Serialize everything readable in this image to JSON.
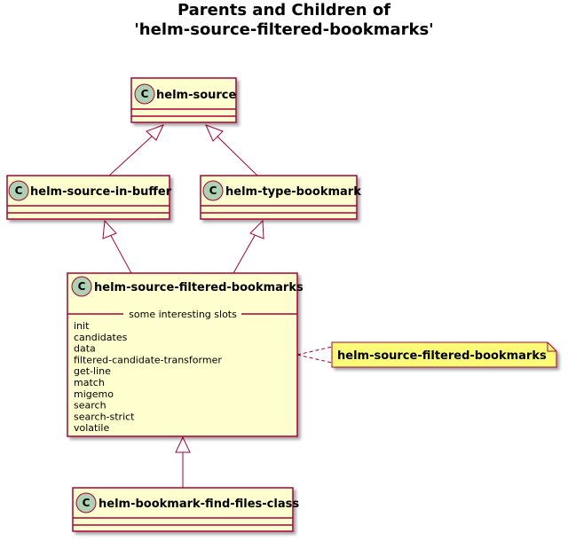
{
  "title": {
    "line1": "Parents and Children of",
    "line2": "'helm-source-filtered-bookmarks'"
  },
  "colors": {
    "class_fill": "#FEFECE",
    "class_border": "#A80036",
    "note_fill": "#FBFB77",
    "icon_fill": "#ADD1B2",
    "shadow": "#C8C8C8"
  },
  "class_icon_letter": "C",
  "classes": {
    "helm_source": {
      "name": "helm-source"
    },
    "helm_source_in_buffer": {
      "name": "helm-source-in-buffer"
    },
    "helm_type_bookmark": {
      "name": "helm-type-bookmark"
    },
    "helm_source_filtered_bookmarks": {
      "name": "helm-source-filtered-bookmarks",
      "section_label": "some interesting slots",
      "slots": [
        "init",
        "candidates",
        "data",
        "filtered-candidate-transformer",
        "get-line",
        "match",
        "migemo",
        "search",
        "search-strict",
        "volatile"
      ]
    },
    "helm_bookmark_find_files_class": {
      "name": "helm-bookmark-find-files-class"
    }
  },
  "note": {
    "text": "helm-source-filtered-bookmarks"
  }
}
